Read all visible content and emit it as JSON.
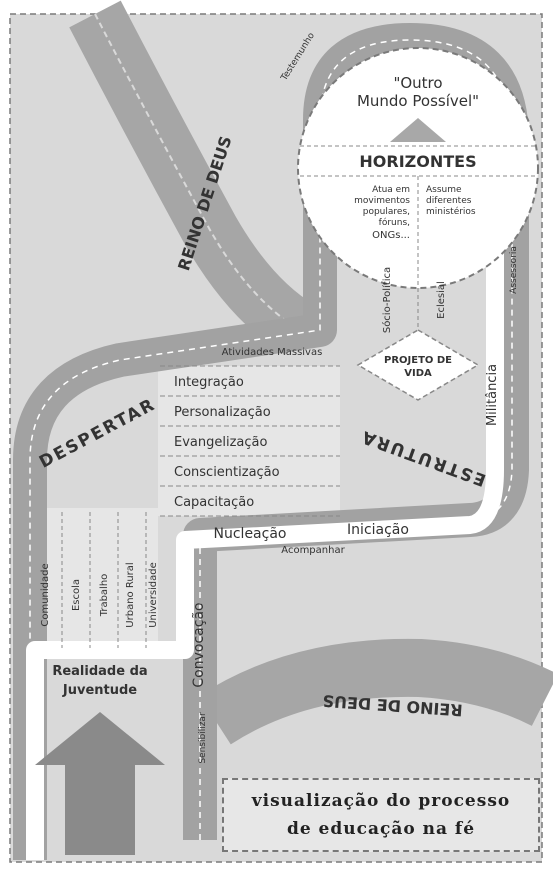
{
  "caption": {
    "line1": "visualização do processo",
    "line2": "de educação na fé"
  },
  "circle": {
    "title_line1": "\"Outro",
    "title_line2": "Mundo Possível\"",
    "horizontes": "HORIZONTES",
    "left_text": [
      "Atua em",
      "movimentos",
      "populares,",
      "fóruns,",
      "ONGs..."
    ],
    "right_text": [
      "Assume",
      "diferentes",
      "ministérios"
    ]
  },
  "road_labels": {
    "testemunho": "Testemunho",
    "assessoria": "Assessoria",
    "atividades_massivas": "Atividades Massivas",
    "militancia": "Militância",
    "nucleacao": "Nucleação",
    "iniciacao": "Iniciação",
    "acompanhar": "Acompanhar",
    "convocacao": "Convocação",
    "sensibilizar": "Sensibilizar",
    "despertar": "DESPERTAR",
    "estrutura": "ESTRUTURA",
    "socio_politica": "Sócio-Política",
    "eclesial": "Eclesial"
  },
  "projeto_de_vida": {
    "line1": "PROJETO DE",
    "line2": "VIDA"
  },
  "reino_de_deus_top": "REINO DE DEUS",
  "reino_de_deus_bottom": "REINO DE DEUS",
  "stages": [
    "Integração",
    "Personalização",
    "Evangelização",
    "Conscientização",
    "Capacitação"
  ],
  "environments": [
    "Comunidade",
    "Escola",
    "Trabalho",
    "Urbano Rural",
    "Universidade"
  ],
  "realidade": {
    "line1": "Realidade da",
    "line2": "Juventude"
  }
}
